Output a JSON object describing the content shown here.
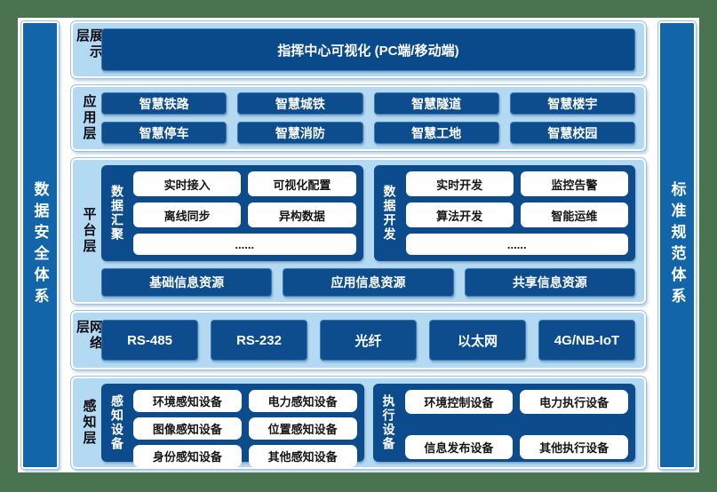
{
  "sidebars": {
    "left": "数据安全体系",
    "right": "标准规范体系"
  },
  "layers": {
    "display": {
      "label": "展示层",
      "item": "指挥中心可视化 (PC端/移动端)"
    },
    "application": {
      "label": "应用层",
      "items": [
        "智慧铁路",
        "智慧城铁",
        "智慧隧道",
        "智慧楼宇",
        "智慧停车",
        "智慧消防",
        "智慧工地",
        "智慧校园"
      ]
    },
    "platform": {
      "label": "平台层",
      "collect": {
        "label": "数据汇聚",
        "items": [
          "实时接入",
          "可视化配置",
          "离线同步",
          "异构数据",
          "......"
        ]
      },
      "develop": {
        "label": "数据开发",
        "items": [
          "实时开发",
          "监控告警",
          "算法开发",
          "智能运维",
          "......"
        ]
      },
      "resources": [
        "基础信息资源",
        "应用信息资源",
        "共享信息资源"
      ]
    },
    "network": {
      "label": "网络层",
      "items": [
        "RS-485",
        "RS-232",
        "光纤",
        "以太网",
        "4G/NB-IoT"
      ]
    },
    "perception": {
      "label": "感知层",
      "sense": {
        "label": "感知设备",
        "items": [
          "环境感知设备",
          "电力感知设备",
          "图像感知设备",
          "位置感知设备",
          "身份感知设备",
          "其他感知设备"
        ]
      },
      "exec": {
        "label": "执行设备",
        "items": [
          "环境控制设备",
          "电力执行设备",
          "信息发布设备",
          "其他执行设备"
        ]
      }
    }
  },
  "colors": {
    "frame_green": "#4a7350",
    "pillar_blue": "#1165a8",
    "panel_light_blue": "#b4daf3",
    "block_dark_blue": "#0d4d8d",
    "white_box": "#ffffff"
  }
}
